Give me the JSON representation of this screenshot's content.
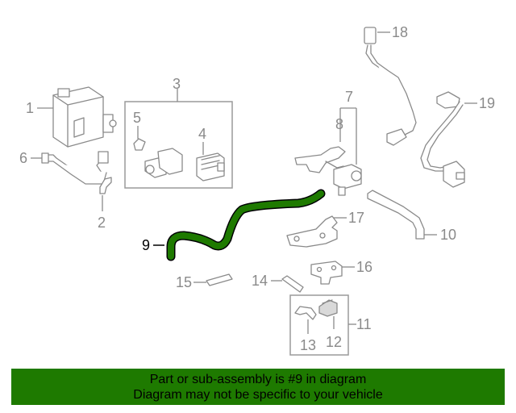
{
  "callouts": {
    "c1": "1",
    "c2": "2",
    "c3": "3",
    "c4": "4",
    "c5": "5",
    "c6": "6",
    "c7": "7",
    "c8": "8",
    "c9": "9",
    "c10": "10",
    "c11": "11",
    "c12": "12",
    "c13": "13",
    "c14": "14",
    "c15": "15",
    "c16": "16",
    "c17": "17",
    "c18": "18",
    "c19": "19"
  },
  "highlight": {
    "part": "9",
    "color": "#1e7a00"
  },
  "banner": {
    "line1": "Part or sub-assembly is #9 in diagram",
    "line2": "Diagram may not be specific to your vehicle",
    "background": "#1e7a00"
  }
}
